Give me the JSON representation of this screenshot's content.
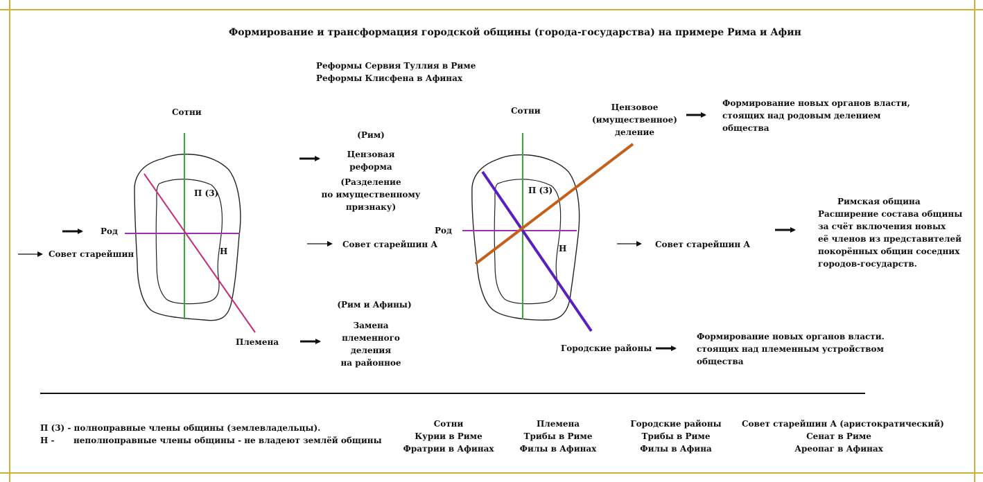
{
  "title": "Формирование и трансформация  городской общины (города-государства) на примере Рима и Афин",
  "colors": {
    "frame": "#d4b030",
    "vertical_line": "#3aa832",
    "horizontal_line": "#9b30b0",
    "left_diagonal": "#c8287a",
    "right_diagonal": "#5a1fc0",
    "census_line": "#c4601c"
  },
  "reforms_heading": {
    "line1": "Реформы Сервия Туллия в Риме",
    "line2": "Реформы Клисфена в Афинах"
  },
  "left_diagram": {
    "top_label": "Сотни",
    "left_label": "Род",
    "far_left_label": "Совет старейшин",
    "bottom_label": "Племена",
    "inner_full": "П (3)",
    "inner_partial": "Н"
  },
  "middle": {
    "rome_label": "(Рим)",
    "census_reform": [
      "Цензовая",
      "реформа"
    ],
    "census_explanation": [
      "(Разделение",
      "по имущественному",
      "признаку)"
    ],
    "council": "Совет старейшин  А",
    "rome_athens_label": "(Рим и Афины)",
    "replacement": [
      "Замена",
      "племенного",
      "деления",
      "на районное"
    ]
  },
  "right_diagram": {
    "top_label": "Сотни",
    "left_label": "Род",
    "inner_full": "П (3)",
    "inner_partial": "Н",
    "census_division": [
      "Цензовое",
      "(имущественное)",
      "деление"
    ],
    "bottom_label": "Городские районы"
  },
  "outcomes": {
    "new_organs_top": [
      "Формирование новых органов власти,",
      "стоящих над родовым делением",
      "общества"
    ],
    "council": "Совет старейшин А",
    "roman_community": [
      "Римская община",
      "Расширение состава общины",
      "за счёт включения новых",
      "её членов из представителей",
      "покорённых общин соседних",
      "городов-государств."
    ],
    "new_organs_bottom": [
      "Формирование новых органов власти.",
      "стоящих над племенным устройством",
      "общества"
    ]
  },
  "legend": {
    "full_members": "П (3) - полноправные члены общины (землевладельцы).",
    "partial_key": "Н -",
    "partial_members": "неполноправные члены общины - не владеют землёй общины"
  },
  "correspondence": [
    [
      "Сотни",
      "Курии в Риме",
      "Фратрии в Афинах"
    ],
    [
      "Племена",
      "Трибы в Риме",
      "Филы в Афинах"
    ],
    [
      "Городские районы",
      "Трибы в Риме",
      "Филы в Афина"
    ],
    [
      "Совет старейшин А (аристократический)",
      "Сенат в Риме",
      "Ареопаг в Афинах"
    ]
  ]
}
